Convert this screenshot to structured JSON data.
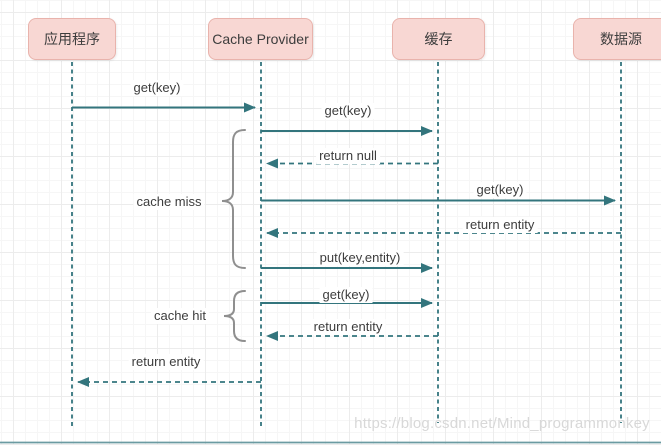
{
  "diagram": {
    "type": "uml-sequence-diagram",
    "actors": [
      {
        "id": "app",
        "label": "应用程序"
      },
      {
        "id": "cache-provider",
        "label": "Cache Provider"
      },
      {
        "id": "cache",
        "label": "缓存"
      },
      {
        "id": "datasource",
        "label": "数据源"
      }
    ],
    "messages": [
      {
        "label": "get(key)",
        "from": "应用程序",
        "to": "Cache Provider",
        "style": "solid"
      },
      {
        "label": "get(key)",
        "from": "Cache Provider",
        "to": "缓存",
        "style": "solid"
      },
      {
        "label": "return null",
        "from": "缓存",
        "to": "Cache Provider",
        "style": "dashed"
      },
      {
        "label": "get(key)",
        "from": "Cache Provider",
        "to": "数据源",
        "style": "solid"
      },
      {
        "label": "return entity",
        "from": "数据源",
        "to": "Cache Provider",
        "style": "dashed"
      },
      {
        "label": "put(key,entity)",
        "from": "Cache Provider",
        "to": "缓存",
        "style": "solid"
      },
      {
        "label": "get(key)",
        "from": "Cache Provider",
        "to": "缓存",
        "style": "solid"
      },
      {
        "label": "return entity",
        "from": "缓存",
        "to": "Cache Provider",
        "style": "dashed"
      },
      {
        "label": "return entity",
        "from": "Cache Provider",
        "to": "应用程序",
        "style": "dashed"
      }
    ],
    "groups": [
      {
        "label": "cache miss",
        "covers": [
          "get(key)",
          "return null",
          "get(key)",
          "return entity",
          "put(key,entity)"
        ]
      },
      {
        "label": "cache hit",
        "covers": [
          "get(key)",
          "return entity"
        ]
      }
    ],
    "watermark": "https://blog.csdn.net/Mind_programmonkey",
    "colors": {
      "actor_fill": "#f8d7d3",
      "actor_border": "#e9b3ac",
      "arrow": "#33757d",
      "brace": "#8f8f8f",
      "text": "#3d3d3d",
      "watermark": "#d8d8d8",
      "bottom_line": "#6b9ba2"
    }
  }
}
